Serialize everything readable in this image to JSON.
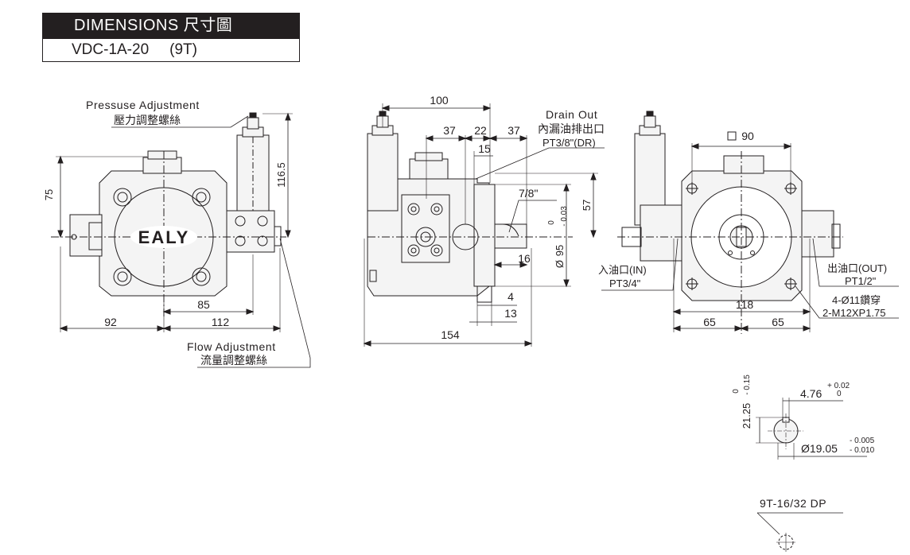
{
  "header": {
    "title": "DIMENSIONS 尺寸圖",
    "model": "VDC-1A-20",
    "teeth": "(9T)"
  },
  "front_view": {
    "pressure_adjust_en": "Pressuse Adjustment",
    "pressure_adjust_zh": "壓力調整螺絲",
    "flow_adjust_en": "Flow Adjustment",
    "flow_adjust_zh": "流量調整螺絲",
    "logo": "EALY",
    "dim_75": "75",
    "dim_116_5": "116.5",
    "dim_85": "85",
    "dim_92": "92",
    "dim_112": "112"
  },
  "side_view": {
    "drain_en": "Drain Out",
    "drain_zh": "內漏油排出口",
    "drain_port": "PT3/8\"(DR)",
    "dim_100": "100",
    "dim_37a": "37",
    "dim_22": "22",
    "dim_37b": "37",
    "dim_15": "15",
    "dim_7_8": "7/8\"",
    "dim_57": "57",
    "dim_95": "95",
    "tol_95_upper": "0",
    "tol_95_lower": "- 0.03",
    "dim_16": "16",
    "dim_4": "4",
    "dim_13": "13",
    "dim_154": "154"
  },
  "rear_view": {
    "square_90": "90",
    "inlet_zh": "入油口(IN)",
    "inlet_port": "PT3/4\"",
    "outlet_zh": "出油口(OUT)",
    "outlet_port": "PT1/2\"",
    "dim_118": "118",
    "dim_65a": "65",
    "dim_65b": "65",
    "holes": "4-Ø11鑽穿",
    "thread": "2-M12XP1.75"
  },
  "shaft_detail": {
    "dim_476": "4.76",
    "tol_476_upper": "+ 0.02",
    "tol_476_lower": "0",
    "dim_2125": "21.25",
    "tol_2125": "- 0.15",
    "tol_2125_upper": "0",
    "dim_1905": "Ø19.05",
    "tol_1905_upper": "- 0.005",
    "tol_1905_lower": "- 0.010"
  },
  "spline_detail": {
    "label": "9T-16/32 DP"
  },
  "colors": {
    "line": "#231f20",
    "header_bg": "#231f20",
    "fill": "#f4f4f4"
  }
}
